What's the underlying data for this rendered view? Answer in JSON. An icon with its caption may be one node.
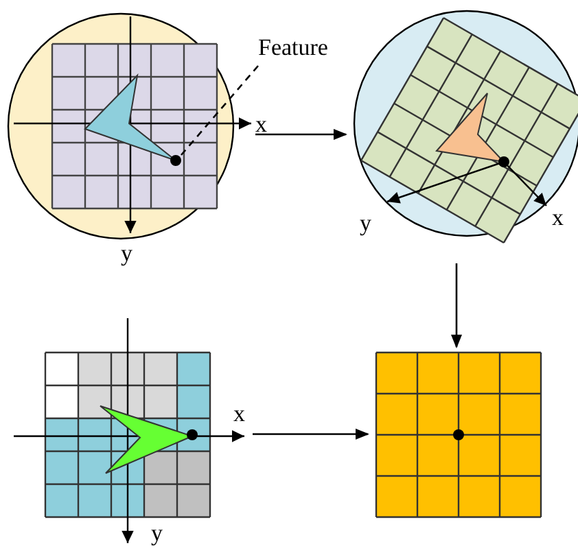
{
  "diagram": {
    "nodes": [
      {
        "text": [],
        "shape": "picture"
      },
      {
        "text": [],
        "shape": "picture"
      },
      {
        "text": [],
        "shape": "picture"
      },
      {
        "text": [],
        "shape": "picture"
      },
      {
        "text": [
          "Feature"
        ]
      },
      {
        "text": [],
        "shape": "circle",
        "in": 0
      }
    ],
    "edges": [
      {
        "from": 0,
        "to": 1,
        "arrow": "to"
      },
      {
        "from": 1,
        "to": 3,
        "arrow": "to"
      },
      {
        "from": 2,
        "to": 3,
        "arrow": "to"
      },
      {
        "from": 4,
        "to": 5,
        "arrow": "none",
        "style": "dashed"
      }
    ],
    "labels": [
      "x",
      "y",
      "y",
      "x",
      "x",
      "y"
    ]
  }
}
